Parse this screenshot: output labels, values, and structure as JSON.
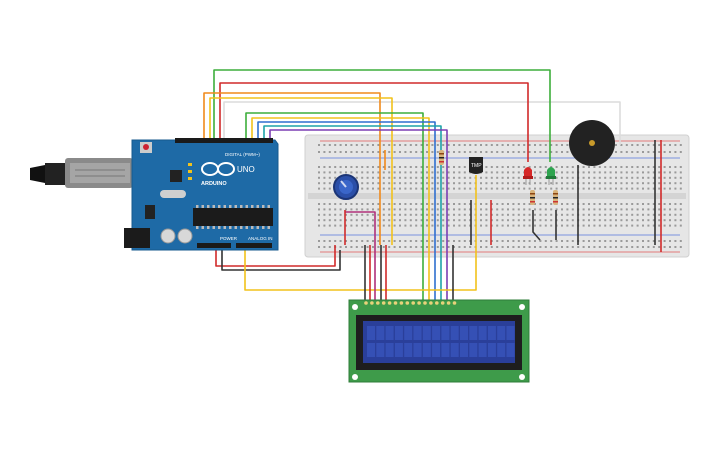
{
  "arduino": {
    "brand": "ARDUINO",
    "model": "UNO",
    "header_digital": "DIGITAL (PWM~)",
    "header_power": "POWER",
    "header_analog": "ANALOG IN",
    "board_color": "#1e6aa6",
    "logo": "arduino-infinity-logo"
  },
  "sensor": {
    "label": "TMP"
  },
  "colors": {
    "wire_green": "#3dae3b",
    "wire_red": "#d12a2a",
    "wire_orange": "#f08a1c",
    "wire_yellow": "#f2c21b",
    "wire_blue": "#2f6fcf",
    "wire_purple": "#7b3fb3",
    "wire_teal": "#1ea3a8",
    "wire_black": "#333333",
    "wire_white": "#dddddd",
    "wire_magenta": "#b0307a",
    "lcd_pcb": "#3e9b4a",
    "lcd_screen": "#2a3f9a",
    "breadboard": "#e6e6e6",
    "led_red": "#d62828",
    "led_green": "#2ea44f",
    "buzzer": "#222222"
  }
}
